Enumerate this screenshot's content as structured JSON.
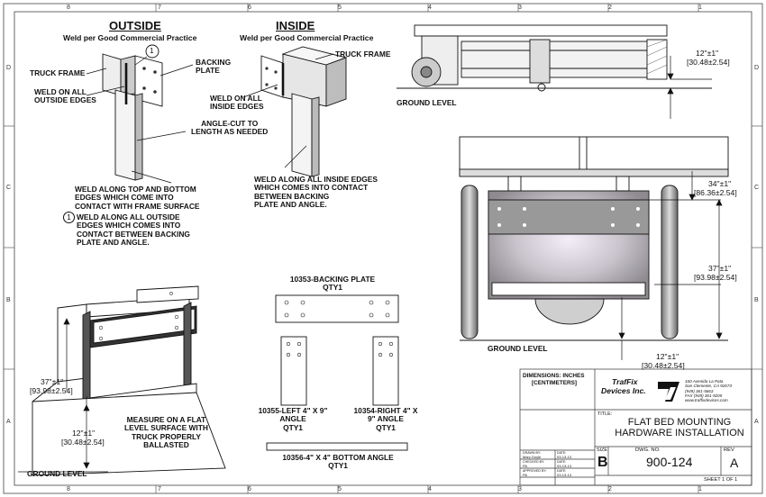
{
  "zones": {
    "top": [
      "8",
      "7",
      "6",
      "5",
      "4",
      "3",
      "2",
      "1"
    ],
    "side": [
      "D",
      "C",
      "B",
      "A"
    ]
  },
  "outside": {
    "heading": "OUTSIDE",
    "sub": "Weld per Good Commercial Practice",
    "callout_num": "1",
    "truck_frame": "TRUCK FRAME",
    "backing_plate": [
      "BACKING",
      "PLATE"
    ],
    "weld_edges": [
      "WELD ON ALL",
      "OUTSIDE EDGES"
    ],
    "angle_cut": [
      "ANGLE-CUT TO",
      "LENGTH AS NEEDED"
    ],
    "note_top_bottom": [
      "WELD ALONG TOP AND BOTTOM",
      "EDGES WHICH COME INTO",
      "CONTACT WITH FRAME SURFACE"
    ],
    "note_outside": [
      "WELD ALONG ALL OUTSIDE",
      "EDGES WHICH COMES INTO",
      "CONTACT BETWEEN BACKING",
      "PLATE AND ANGLE."
    ]
  },
  "inside": {
    "heading": "INSIDE",
    "sub": "Weld per Good Commercial Practice",
    "truck_frame": "TRUCK FRAME",
    "weld_edges": [
      "WELD ON ALL",
      "INSIDE EDGES"
    ],
    "note_inside": [
      "WELD ALONG ALL INSIDE EDGES",
      "WHICH COMES INTO CONTACT",
      "BETWEEN BACKING",
      "PLATE AND ANGLE."
    ]
  },
  "side_view": {
    "ground": "GROUND LEVEL",
    "dim": [
      "12\"±1\"",
      "[30.48±2.54]"
    ]
  },
  "rear_view": {
    "ground": "GROUND LEVEL",
    "dim_top": [
      "34\"±1\"",
      "[86.36±2.54]"
    ],
    "dim_mid": [
      "37\"±1\"",
      "[93.98±2.54]"
    ],
    "dim_bottom": [
      "12\"±1\"",
      "[30.48±2.54]"
    ]
  },
  "iso_view": {
    "dim_upper": [
      "37\"±1\"",
      "[93.98±2.54]"
    ],
    "dim_lower": [
      "12\"±1\"",
      "[30.48±2.54]"
    ],
    "measure_note": [
      "MEASURE ON A FLAT",
      "LEVEL SURFACE WITH",
      "TRUCK PROPERLY",
      "BALLASTED"
    ],
    "ground": "GROUND LEVEL"
  },
  "parts": {
    "backing_plate": [
      "10353-BACKING PLATE",
      "QTY1"
    ],
    "left_angle": [
      "10355-LEFT 4\" X 9\"",
      "ANGLE",
      "QTY1"
    ],
    "right_angle": [
      "10354-RIGHT 4\" X",
      "9\" ANGLE",
      "QTY1"
    ],
    "bottom_angle": [
      "10356-4\" X 4\" BOTTOM ANGLE",
      "QTY1"
    ]
  },
  "title_block": {
    "dimensions": [
      "DIMENSIONS: INCHES",
      "[CENTIMETERS]"
    ],
    "company": [
      "TrafFix",
      "Devices Inc."
    ],
    "address": [
      "160 Avenida La Pata",
      "San Clemente, CA 92673",
      "(949) 361-5663",
      "FAX (949) 361-9205",
      "www.traffixdevices.com"
    ],
    "title_label": "TITLE:",
    "title": [
      "FLAT BED MOUNTING",
      "HARDWARE INSTALLATION"
    ],
    "size_label": "SIZE",
    "size": "B",
    "dwg_label": "DWG. NO.",
    "dwg_no": "900-124",
    "rev_label": "REV",
    "rev": "A",
    "sheet": "SHEET 1 OF 1",
    "drawn_by_label": "DRAWN BY:",
    "drawn_by": "Mary Doyle",
    "checked_by_label": "CHECKED BY:",
    "checked_by": "PA",
    "approved_by_label": "APPROVED BY:",
    "approved_by": "PA",
    "date_label": "DATE:",
    "date": "03-13-13"
  }
}
